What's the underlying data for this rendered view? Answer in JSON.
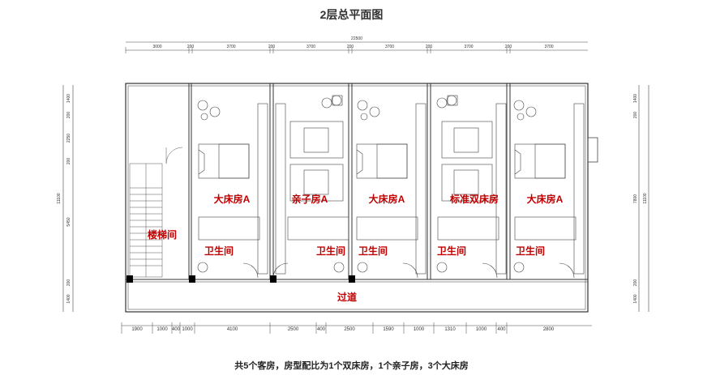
{
  "title": "2层总平面图",
  "footer": "共5个客房，房型配比为1个双床房，1个亲子房，3个大床房",
  "room_labels": {
    "stair": "楼梯间",
    "room1": "大床房A",
    "room2": "亲子房A",
    "room3": "大床房A",
    "room4": "标准双床房",
    "room5": "大床房A",
    "corridor": "过道"
  },
  "bathroom_label": "卫生间",
  "dims_top_total": "22500",
  "dims_top": [
    "3000",
    "200",
    "3700",
    "200",
    "3700",
    "200",
    "3700",
    "200",
    "3700",
    "200",
    "3700"
  ],
  "dims_bottom": [
    "1900",
    "1000",
    "400",
    "1000",
    "4100",
    "2500",
    "400",
    "2500",
    "1590",
    "1000",
    "1310",
    "1000",
    "400",
    "2800"
  ],
  "dims_left": [
    "1400",
    "200",
    "2250",
    "200",
    "5450",
    "200",
    "1400"
  ],
  "dims_left_total": "11100",
  "dims_right": [
    "1400",
    "200",
    "7800",
    "200",
    "1400"
  ],
  "dims_right_total": "11100",
  "colors": {
    "label": "#c00000",
    "line": "#333333"
  }
}
